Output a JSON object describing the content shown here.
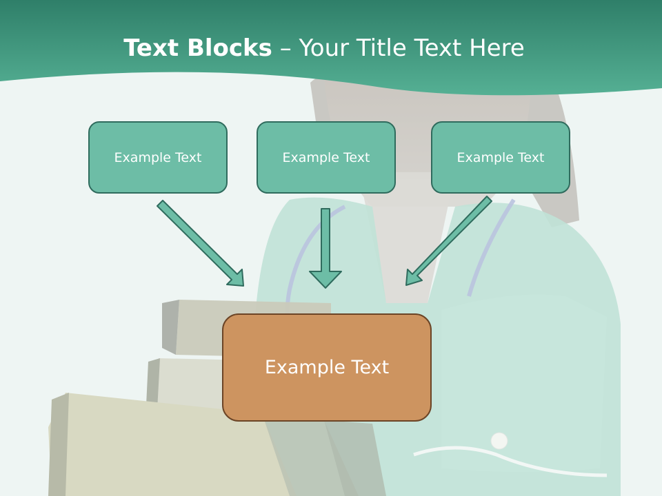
{
  "slide": {
    "title_strong": "Text Blocks",
    "title_dash": " – ",
    "title_rest": "Your Title Text Here"
  },
  "boxes": {
    "left": "Example Text",
    "center": "Example Text",
    "right": "Example Text",
    "main": "Example Text"
  },
  "colors": {
    "header_teal": "#3f9c83",
    "box_teal": "#6dbda6",
    "box_orange": "#cd9460",
    "arrow": "#6dbda6"
  }
}
